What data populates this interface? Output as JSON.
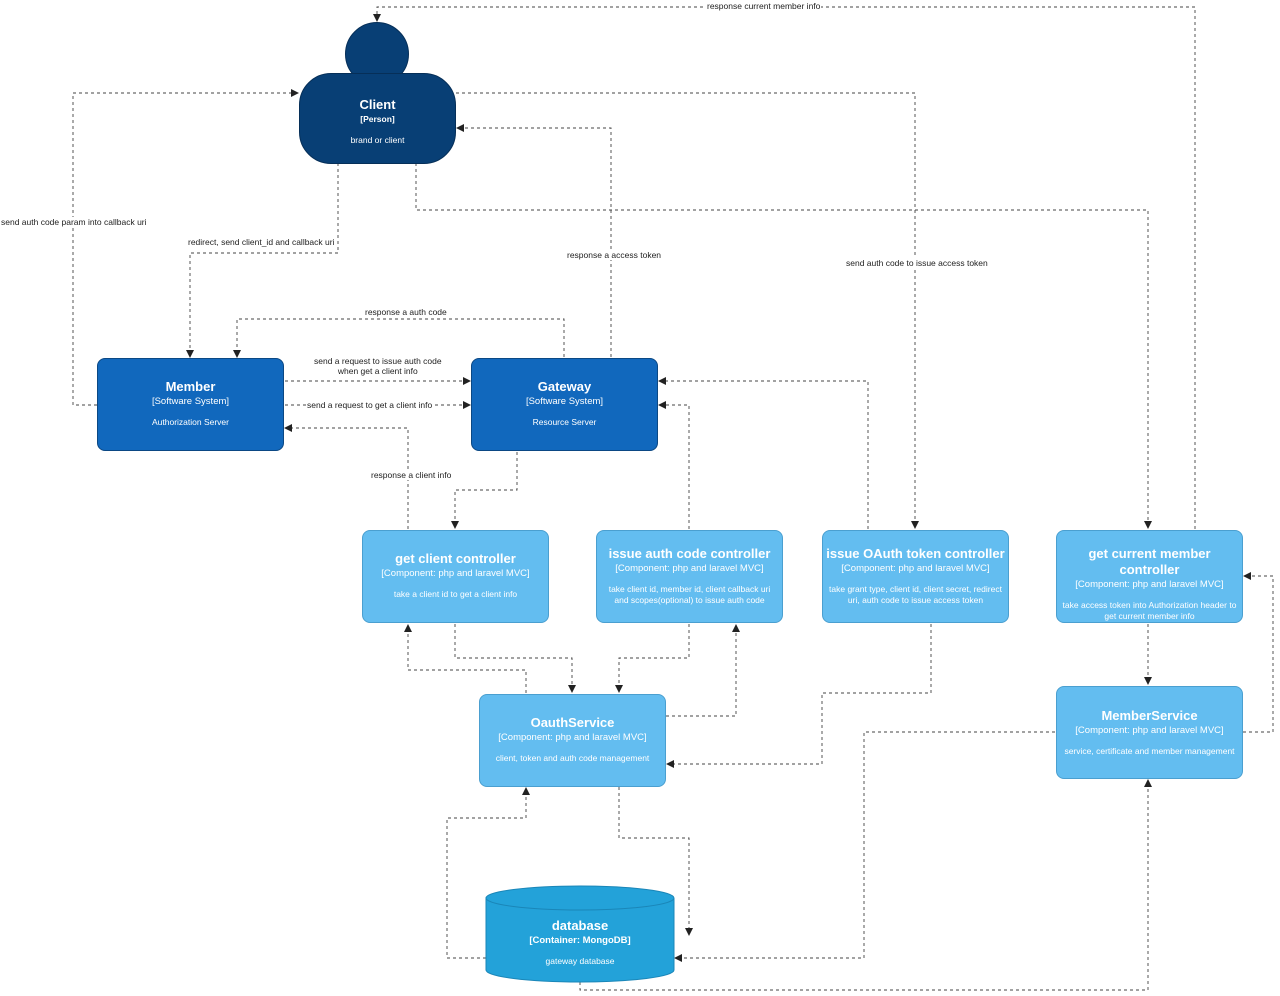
{
  "colors": {
    "person": "#083f75",
    "software_system": "#1168bd",
    "component": "#63bdf0",
    "container": "#23a2d9",
    "edge": "#444444"
  },
  "nodes": {
    "client": {
      "title": "Client",
      "type": "[Person]",
      "desc": "brand or client"
    },
    "member": {
      "title": "Member",
      "type": "[Software System]",
      "desc": "Authorization Server"
    },
    "gateway": {
      "title": "Gateway",
      "type": "[Software System]",
      "desc": "Resource Server"
    },
    "get_client": {
      "title": "get client controller",
      "type": "[Component: php and laravel MVC]",
      "desc": "take a client id to get a client info"
    },
    "issue_auth": {
      "title": "issue auth code controller",
      "type": "[Component: php and laravel MVC]",
      "desc": "take client id, member id, client callback uri and scopes(optional) to issue auth code"
    },
    "issue_token": {
      "title": "issue OAuth token controller",
      "type": "[Component: php and laravel MVC]",
      "desc": "take grant type, client id, client secret, redirect uri, auth code to issue access token"
    },
    "get_member": {
      "title": "get current member controller",
      "type": "[Component: php and laravel MVC]",
      "desc": "take access token into Authorization header to get current member info"
    },
    "oauth_service": {
      "title": "OauthService",
      "type": "[Component: php and laravel MVC]",
      "desc": "client, token and auth code management"
    },
    "member_service": {
      "title": "MemberService",
      "type": "[Component: php and laravel MVC]",
      "desc": "service, certificate and member management"
    },
    "database": {
      "title": "database",
      "type": "[Container: MongoDB]",
      "desc": "gateway database"
    }
  },
  "edges": {
    "response_current_member": "response current member info",
    "send_auth_code_callback": "send auth code param into callback uri",
    "redirect_client_id": "redirect, send client_id and callback uri",
    "response_access_token": "response a access token",
    "send_auth_code_issue": "send auth code to issue access token",
    "response_auth_code": "response a auth code",
    "request_issue_auth_code": "send a request to issue auth code",
    "request_issue_auth_code_2": "when get a client info",
    "request_get_client": "send a request to get a client info",
    "response_client_info": "response a client info"
  }
}
